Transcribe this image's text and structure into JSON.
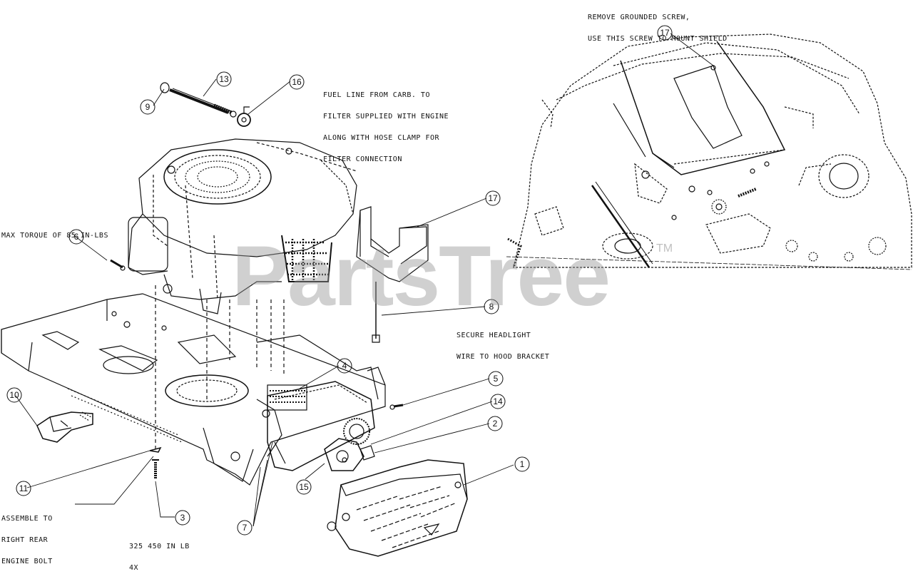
{
  "notes": {
    "remove_screw_line1": "REMOVE GROUNDED SCREW,",
    "remove_screw_line2": "USE THIS SCREW TO MOUNT SHIELD",
    "fuel_line1": "FUEL LINE FROM CARB. TO",
    "fuel_line2": "FILTER SUPPLIED WITH ENGINE",
    "fuel_line3": "ALONG WITH HOSE CLAMP FOR",
    "fuel_line4": "FILTER CONNECTION",
    "torque": "MAX TORQUE OF 85 IN-LBS",
    "headlight_line1": "SECURE HEADLIGHT",
    "headlight_line2": "WIRE TO HOOD BRACKET",
    "assemble_line1": "ASSEMBLE TO",
    "assemble_line2": "RIGHT REAR",
    "assemble_line3": "ENGINE BOLT",
    "torque_spec_line1": "325 450 IN LB",
    "torque_spec_line2": "4X"
  },
  "callouts": {
    "c1": "1",
    "c2": "2",
    "c3": "3",
    "c4": "4",
    "c5": "5",
    "c6": "6",
    "c7": "7",
    "c8": "8",
    "c9": "9",
    "c10": "10",
    "c11": "11",
    "c13": "13",
    "c14": "14",
    "c15": "15",
    "c16": "16",
    "c17a": "17",
    "c17b": "17"
  },
  "watermark": {
    "text": "PartsTree",
    "tm": "TM"
  }
}
